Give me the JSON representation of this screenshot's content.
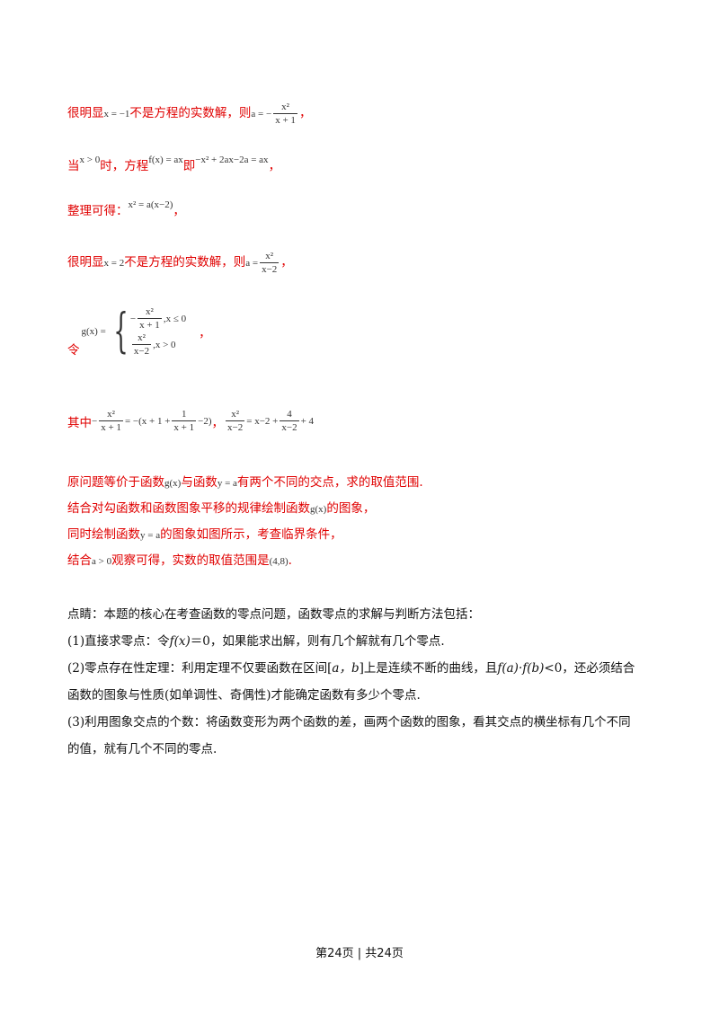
{
  "lines": {
    "l1_pre": "很明显",
    "l1_math": "x = −1",
    "l1_mid": "不是方程的实数解，则",
    "l1_a": "a = −",
    "l1_num": "x²",
    "l1_den": "x + 1",
    "l1_end": "，",
    "l2_pre": "当",
    "l2_cond": "x > 0",
    "l2_mid": "时，方程",
    "l2_eq1": "f(x) = ax",
    "l2_ji": "即",
    "l2_eq2": "−x² + 2ax−2a = ax",
    "l2_end": "，",
    "l3_pre": "整理可得：",
    "l3_eq": "x² = a(x−2)",
    "l3_end": "，",
    "l4_pre": "很明显",
    "l4_math": "x = 2",
    "l4_mid": "不是方程的实数解，则",
    "l4_a": "a =",
    "l4_num": "x²",
    "l4_den": "x−2",
    "l4_end": "，",
    "l5_pre": "令",
    "l5_g": "g(x) =",
    "l5_c1_num": "x²",
    "l5_c1_den": "x + 1",
    "l5_c1_minus": "−",
    "l5_c1_cond": ",x ≤ 0",
    "l5_c2_num": "x²",
    "l5_c2_den": "x−2",
    "l5_c2_cond": ",x > 0",
    "l5_end": "，",
    "l6_pre": "其中",
    "l6_e1_minus": "−",
    "l6_e1_num": "x²",
    "l6_e1_den": "x + 1",
    "l6_e1_rhs_a": "= −(x + 1 +",
    "l6_e1_rhs_num": "1",
    "l6_e1_rhs_den": "x + 1",
    "l6_e1_rhs_b": "−2)",
    "l6_comma": "，",
    "l6_e2_num": "x²",
    "l6_e2_den": "x−2",
    "l6_e2_rhs_a": "= x−2 +",
    "l6_e2_rhs_num": "4",
    "l6_e2_rhs_den": "x−2",
    "l6_e2_rhs_b": "+ 4"
  },
  "para": {
    "p1_a": "原问题等价于函数",
    "p1_g": "g(x)",
    "p1_b": "与函数",
    "p1_y": "y = a",
    "p1_c": "有两个不同的交点，求的取值范围.",
    "p2_a": "结合对勾函数和函数图象平移的规律绘制函数",
    "p2_g": "g(x)",
    "p2_b": "的图象，",
    "p3_a": "同时绘制函数",
    "p3_y": "y = a",
    "p3_b": "的图象如图所示，考查临界条件，",
    "p4_a": "结合",
    "p4_cond": "a > 0",
    "p4_b": "观察可得，实数的取值范围是",
    "p4_range": "(4,8)",
    "p4_c": "."
  },
  "notes": {
    "n1": "点睛：本题的核心在考查函数的零点问题，函数零点的求解与判断方法包括：",
    "n2_a": "(1)直接求零点：令",
    "n2_f": "f(x)",
    "n2_b": "＝0，如果能求出解，则有几个解就有几个零点.",
    "n3_a": "(2)零点存在性定理：利用定理不仅要函数在区间[",
    "n3_ab": "a，b",
    "n3_b": "]上是连续不断的曲线，且",
    "n3_fa": "f(a)·f(b)",
    "n3_c": "<0，还必须结合",
    "n4": "函数的图象与性质(如单调性、奇偶性)才能确定函数有多少个零点.",
    "n5": "(3)利用图象交点的个数：将函数变形为两个函数的差，画两个函数的图象，看其交点的横坐标有几个不同",
    "n6": "的值，就有几个不同的零点."
  },
  "footer": "第24页 | 共24页"
}
